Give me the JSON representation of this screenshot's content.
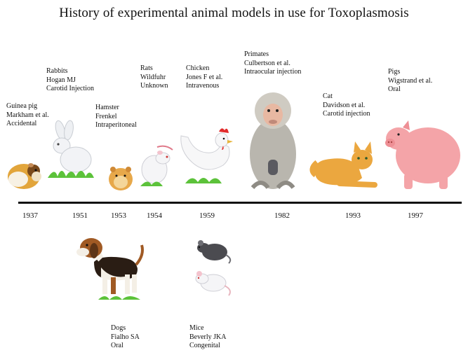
{
  "title": "History of experimental animal models in use for Toxoplasmosis",
  "timeline": [
    {
      "year": "1937",
      "animal": "Guinea pig",
      "author": "Markham et al.",
      "route": "Accidental",
      "icon": "guinea-pig-icon"
    },
    {
      "year": "1951",
      "animal": "Rabbits",
      "author": "Hogan MJ",
      "route": "Carotid Injection",
      "icon": "rabbit-icon"
    },
    {
      "year": "1953",
      "animal": "Hamster",
      "author": "Frenkel",
      "route": "Intraperitoneal",
      "icon": "hamster-icon"
    },
    {
      "year": "1954",
      "animal": "Rats",
      "author": "Wildfuhr",
      "route": "Unknown",
      "icon": "rat-icon"
    },
    {
      "year": "1959",
      "animal": "Chicken",
      "author": "Jones F et al.",
      "route": "Intravenous",
      "icon": "chicken-icon"
    },
    {
      "year": "1982",
      "animal": "Primates",
      "author": "Culbertson et al.",
      "route": "Intraocular injection",
      "icon": "primate-icon"
    },
    {
      "year": "1993",
      "animal": "Cat",
      "author": "Davidson et al.",
      "route": "Carotid injection",
      "icon": "cat-icon"
    },
    {
      "year": "1997",
      "animal": "Pigs",
      "author": "Wigstrand et al.",
      "route": "Oral",
      "icon": "pig-icon"
    }
  ],
  "below": [
    {
      "animal": "Dogs",
      "author": "Fialho SA",
      "route": "Oral",
      "icon": "dog-icon"
    },
    {
      "animal": "Mice",
      "author": "Beverly JKA",
      "route": "Congenital",
      "icon": "mice-icon"
    }
  ],
  "colors": {
    "axis": "#111111",
    "grass": "#5cc23a"
  }
}
